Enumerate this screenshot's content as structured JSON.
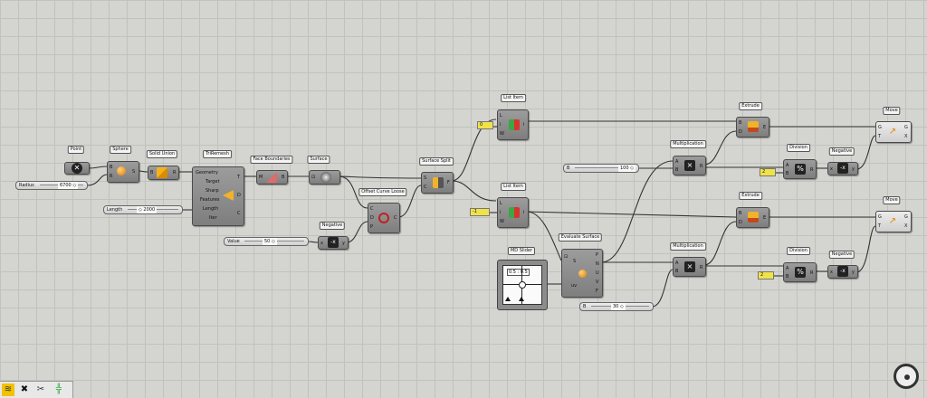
{
  "components": {
    "point": "Point",
    "sphere": "Sphere",
    "solid_union": "Solid Union",
    "triremesh": "TriRemesh",
    "face_boundaries": "Face Boundaries",
    "surface": "Surface",
    "offset_curve_loose": "Offset Curve Loose",
    "negative_1": "Negative",
    "surface_split": "Surface Split",
    "list_item_1": "List Item",
    "list_item_2": "List Item",
    "md_slider": "MD Slider",
    "evaluate_surface": "Evaluate Surface",
    "multiplication_1": "Multiplication",
    "multiplication_2": "Multiplication",
    "extrude_1": "Extrude",
    "extrude_2": "Extrude",
    "division_1": "Division",
    "division_2": "Division",
    "negative_2": "Negative",
    "negative_3": "Negative",
    "move_1": "Move",
    "move_2": "Move"
  },
  "sliders": {
    "radius": {
      "label": "Radius",
      "value": "6700 ◇"
    },
    "length": {
      "label": "Length",
      "value": "◇ 2000"
    },
    "value": {
      "label": "Value",
      "value": "50 ◇"
    },
    "b1": {
      "label": "B",
      "value": "100 ◇"
    },
    "b2": {
      "label": "B",
      "value": "30 ◇"
    }
  },
  "panels": {
    "p1": "0",
    "p2": "-1",
    "p3": "2",
    "p4": "2"
  },
  "md_slider_value": "0.5 : 0.5",
  "pins": {
    "triremesh_in": [
      "Geometry",
      "Target",
      "Sharp",
      "Features",
      "Length",
      "Iter"
    ],
    "triremesh_out": [
      "T",
      "D",
      "C"
    ],
    "evaluate_in": [
      "S",
      "uv"
    ],
    "evaluate_out": [
      "P",
      "N",
      "U",
      "V",
      "F"
    ]
  },
  "colors": {
    "canvas": "#d4d4d0",
    "component": "#8a8a8a",
    "panel": "#f0e24a",
    "wire": "#333333"
  }
}
